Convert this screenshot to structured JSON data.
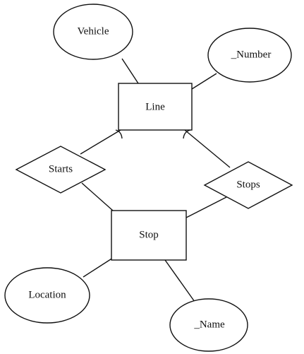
{
  "diagram": {
    "entities": {
      "line": "Line",
      "stop": "Stop"
    },
    "attributes": {
      "vehicle": "Vehicle",
      "number": "_Number",
      "location": "Location",
      "name": "_Name"
    },
    "relationships": {
      "starts": "Starts",
      "stops": "Stops"
    }
  }
}
